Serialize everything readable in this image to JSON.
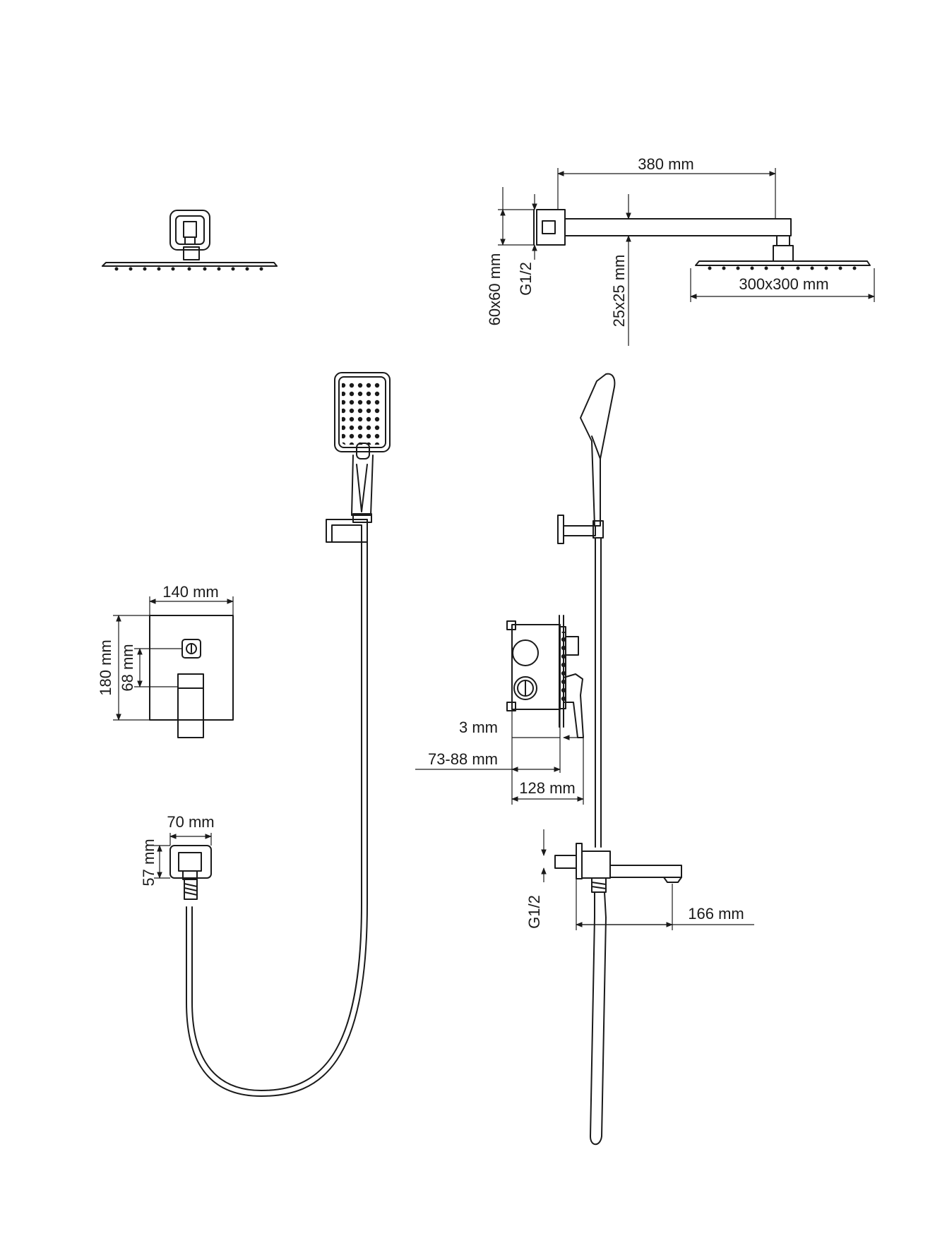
{
  "dimensions": {
    "arm_length": "380 mm",
    "flange": "60x60 mm",
    "thread_top": "G1/2",
    "arm_section": "25x25 mm",
    "head_size": "300x300 mm",
    "plate_width": "140 mm",
    "plate_height": "180 mm",
    "valve_offset": "68 mm",
    "outlet_width": "70 mm",
    "outlet_height": "57 mm",
    "depth_trim": "3 mm",
    "depth_range": "73-88 mm",
    "depth_total": "128 mm",
    "thread_spout": "G1/2",
    "spout_length": "166 mm"
  },
  "colors": {
    "line": "#1a1a1a",
    "background": "#ffffff"
  },
  "icons": [
    "shower-head-icon",
    "hand-shower-icon",
    "mixer-plate-icon",
    "wall-outlet-icon",
    "spout-icon"
  ]
}
